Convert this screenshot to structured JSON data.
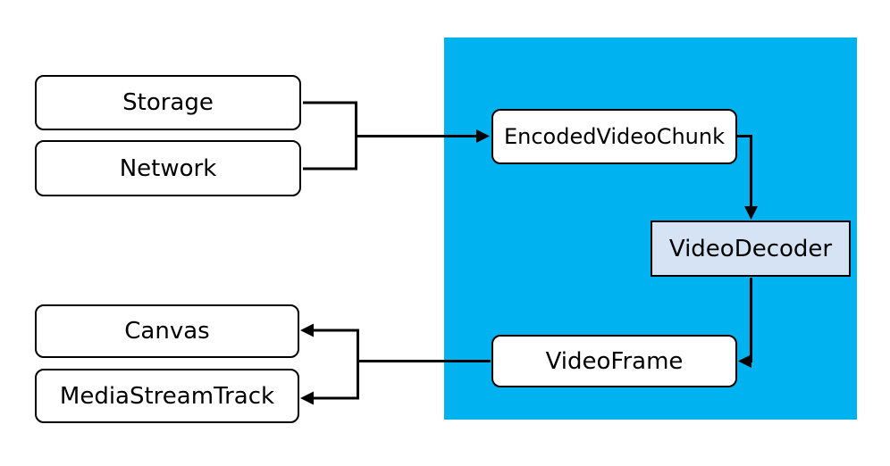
{
  "diagram": {
    "nodes": {
      "storage": {
        "label": "Storage"
      },
      "network": {
        "label": "Network"
      },
      "encoded_video_chunk": {
        "label": "EncodedVideoChunk"
      },
      "video_decoder": {
        "label": "VideoDecoder"
      },
      "video_frame": {
        "label": "VideoFrame"
      },
      "canvas": {
        "label": "Canvas"
      },
      "media_stream_track": {
        "label": "MediaStreamTrack"
      }
    },
    "edges": [
      {
        "from": "storage",
        "to": "encoded_video_chunk"
      },
      {
        "from": "network",
        "to": "encoded_video_chunk"
      },
      {
        "from": "encoded_video_chunk",
        "to": "video_decoder"
      },
      {
        "from": "video_decoder",
        "to": "video_frame"
      },
      {
        "from": "video_frame",
        "to": "canvas"
      },
      {
        "from": "video_frame",
        "to": "media_stream_track"
      }
    ],
    "colors": {
      "region_fill": "#00B3F0",
      "node_fill": "#FFFFFF",
      "decoder_fill": "#D5E3F5",
      "line": "#000000",
      "text": "#000000"
    }
  }
}
